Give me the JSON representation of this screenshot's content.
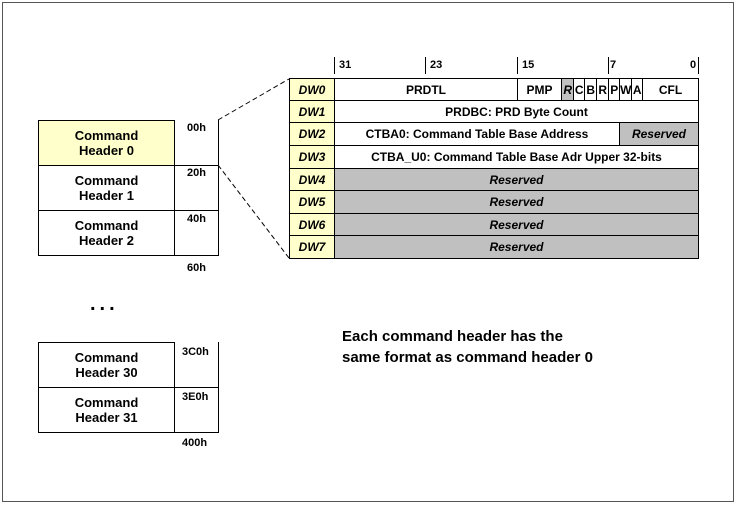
{
  "headers": [
    {
      "label_line1": "Command",
      "label_line2": "Header 0",
      "offset": "00h"
    },
    {
      "label_line1": "Command",
      "label_line2": "Header 1",
      "offset": "20h"
    },
    {
      "label_line1": "Command",
      "label_line2": "Header 2",
      "offset": "40h"
    }
  ],
  "end_offset_top": "60h",
  "ellipsis": "...",
  "headers_bottom": [
    {
      "label_line1": "Command",
      "label_line2": "Header 30",
      "offset": "3C0h"
    },
    {
      "label_line1": "Command",
      "label_line2": "Header 31",
      "offset": "3E0h"
    }
  ],
  "end_offset_bottom": "400h",
  "bits": [
    "31",
    "23",
    "15",
    "7",
    "0"
  ],
  "rows": [
    {
      "dw": "DW0"
    },
    {
      "dw": "DW1"
    },
    {
      "dw": "DW2"
    },
    {
      "dw": "DW3"
    },
    {
      "dw": "DW4"
    },
    {
      "dw": "DW5"
    },
    {
      "dw": "DW6"
    },
    {
      "dw": "DW7"
    }
  ],
  "dw0": {
    "prdtl": "PRDTL",
    "pmp": "PMP",
    "r": "R",
    "c": "C",
    "b": "B",
    "r2": "R",
    "p": "P",
    "w": "W",
    "a": "A",
    "cfl": "CFL"
  },
  "dw1": "PRDBC: PRD Byte Count",
  "dw2": {
    "ctba": "CTBA0: Command Table Base Address",
    "reserved": "Reserved"
  },
  "dw3": "CTBA_U0: Command Table Base Adr Upper 32-bits",
  "reserved": "Reserved",
  "note_line1": "Each command header has the",
  "note_line2": "same format as command header 0"
}
